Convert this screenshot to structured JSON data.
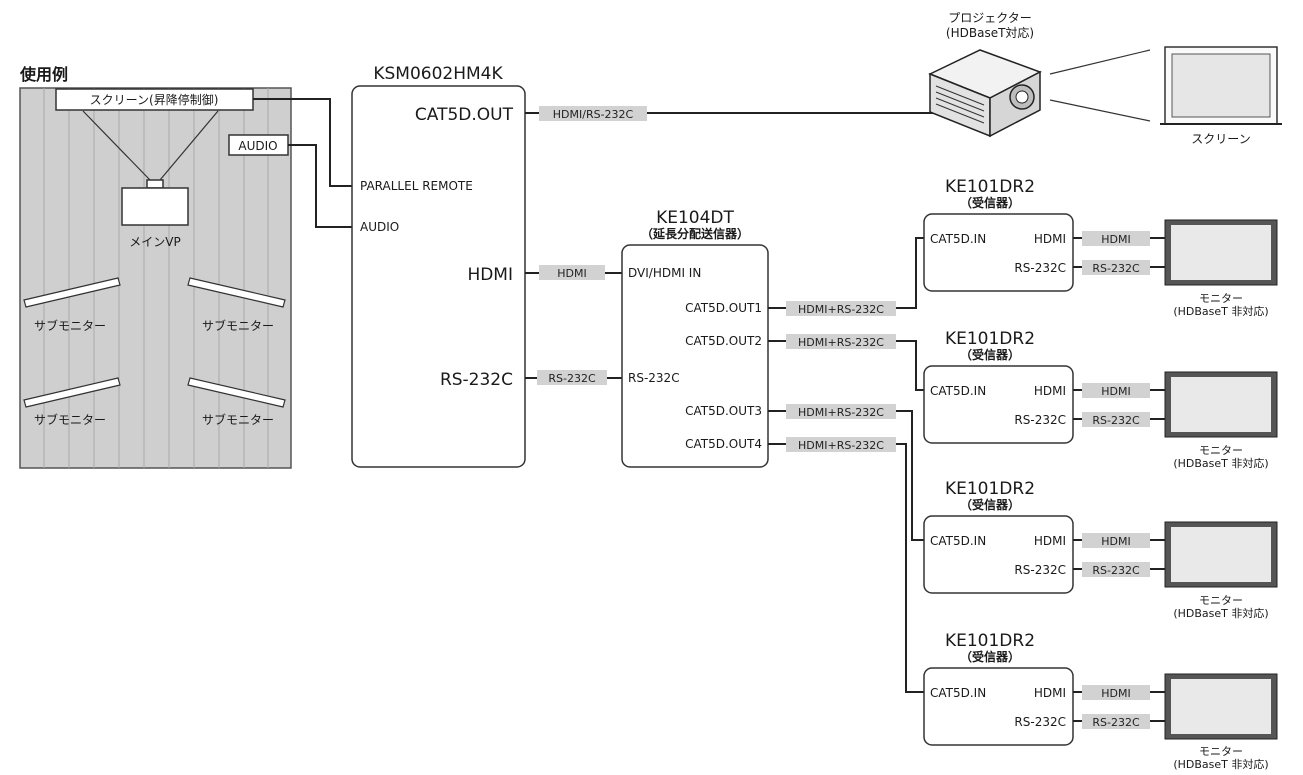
{
  "room": {
    "title": "使用例",
    "screen_label": "スクリーン(昇降停制御)",
    "audio_label": "AUDIO",
    "main_vp_label": "メインVP",
    "sub_monitor_label": "サブモニター"
  },
  "switcher": {
    "model": "KSM0602HM4K",
    "ports": {
      "cat5d_out": "CAT5D.OUT",
      "parallel_remote": "PARALLEL REMOTE",
      "audio": "AUDIO",
      "hdmi": "HDMI",
      "rs232c": "RS-232C"
    }
  },
  "splitter": {
    "model": "KE104DT",
    "subtitle": "（延長分配送信器）",
    "ports": {
      "dvi_hdmi_in": "DVI/HDMI IN",
      "out1": "CAT5D.OUT1",
      "out2": "CAT5D.OUT2",
      "rs232c": "RS-232C",
      "out3": "CAT5D.OUT3",
      "out4": "CAT5D.OUT4"
    }
  },
  "projector": {
    "label": "プロジェクター",
    "sublabel": "(HDBaseT対応)",
    "screen_label": "スクリーン"
  },
  "receivers": [
    {
      "model": "KE101DR2",
      "subtitle": "（受信器）",
      "in_port": "CAT5D.IN",
      "hdmi_port": "HDMI",
      "rs_port": "RS-232C",
      "monitor_label": "モニター",
      "monitor_sublabel": "(HDBaseT 非対応)"
    },
    {
      "model": "KE101DR2",
      "subtitle": "（受信器）",
      "in_port": "CAT5D.IN",
      "hdmi_port": "HDMI",
      "rs_port": "RS-232C",
      "monitor_label": "モニター",
      "monitor_sublabel": "(HDBaseT 非対応)"
    },
    {
      "model": "KE101DR2",
      "subtitle": "（受信器）",
      "in_port": "CAT5D.IN",
      "hdmi_port": "HDMI",
      "rs_port": "RS-232C",
      "monitor_label": "モニター",
      "monitor_sublabel": "(HDBaseT 非対応)"
    },
    {
      "model": "KE101DR2",
      "subtitle": "（受信器）",
      "in_port": "CAT5D.IN",
      "hdmi_port": "HDMI",
      "rs_port": "RS-232C",
      "monitor_label": "モニター",
      "monitor_sublabel": "(HDBaseT 非対応)"
    }
  ],
  "cable_tags": {
    "hdmi_rs232c": "HDMI/RS-232C",
    "hdmi": "HDMI",
    "rs232c": "RS-232C",
    "hdmi_plus_rs232c": "HDMI+RS-232C"
  }
}
